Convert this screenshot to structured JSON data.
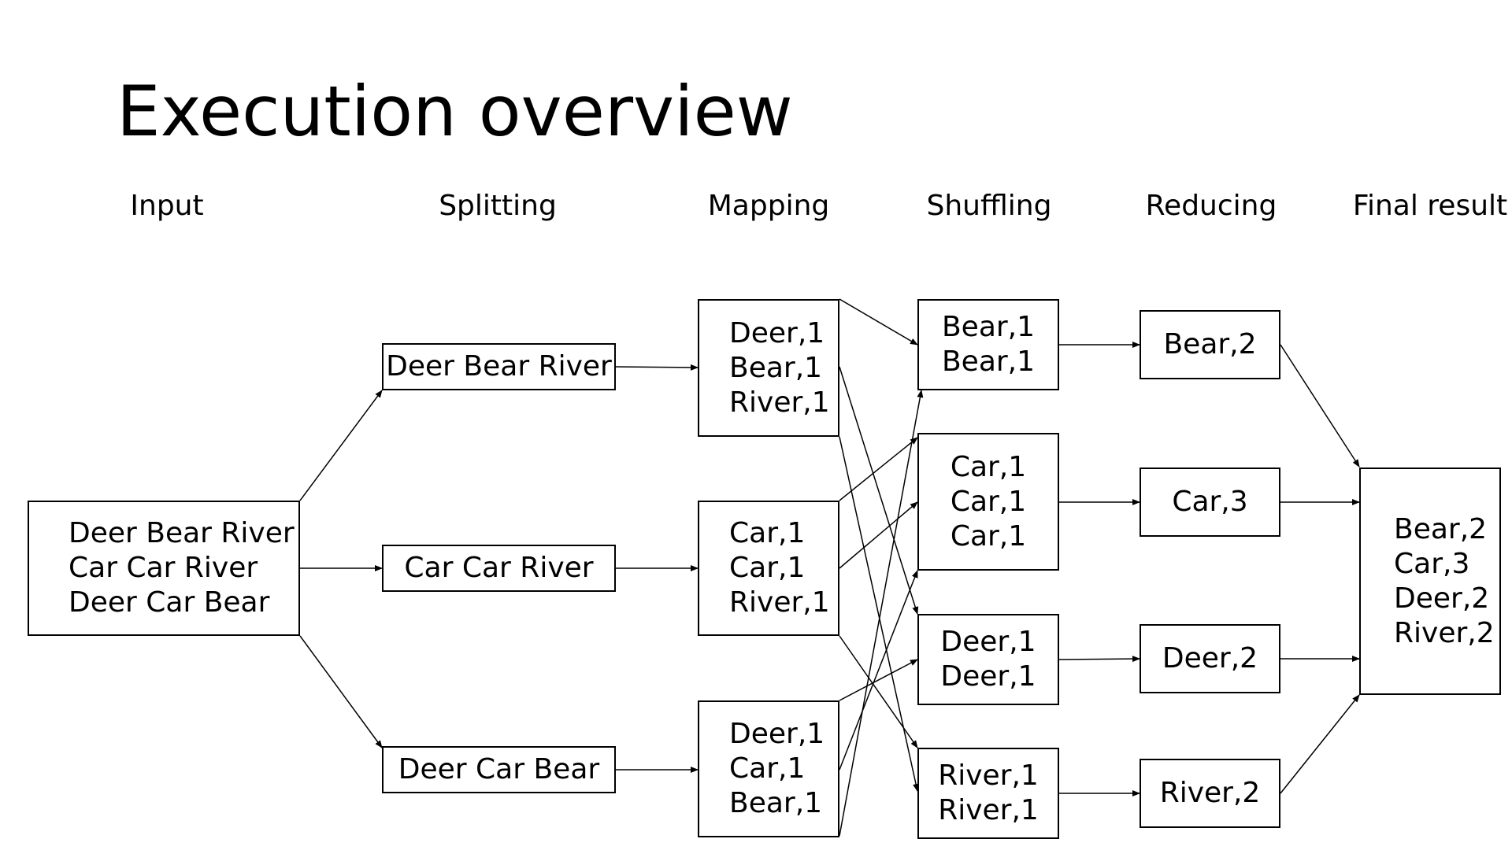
{
  "title": "Execution overview",
  "columns": {
    "input": "Input",
    "splitting": "Splitting",
    "mapping": "Mapping",
    "shuffling": "Shuffling",
    "reducing": "Reducing",
    "final": "Final result"
  },
  "input_box": {
    "lines": [
      "Deer Bear River",
      "Car Car River",
      "Deer Car Bear"
    ]
  },
  "split": [
    {
      "text": "Deer Bear River"
    },
    {
      "text": "Car Car River"
    },
    {
      "text": "Deer Car Bear"
    }
  ],
  "map": [
    {
      "lines": [
        "Deer,1",
        "Bear,1",
        "River,1"
      ]
    },
    {
      "lines": [
        "Car,1",
        "Car,1",
        "River,1"
      ]
    },
    {
      "lines": [
        "Deer,1",
        "Car,1",
        "Bear,1"
      ]
    }
  ],
  "shuffle": [
    {
      "lines": [
        "Bear,1",
        "Bear,1"
      ]
    },
    {
      "lines": [
        "Car,1",
        "Car,1",
        "Car,1"
      ]
    },
    {
      "lines": [
        "Deer,1",
        "Deer,1"
      ]
    },
    {
      "lines": [
        "River,1",
        "River,1"
      ]
    }
  ],
  "reduce": [
    {
      "text": "Bear,2"
    },
    {
      "text": "Car,3"
    },
    {
      "text": "Deer,2"
    },
    {
      "text": "River,2"
    }
  ],
  "final_box": {
    "lines": [
      "Bear,2",
      "Car,3",
      "Deer,2",
      "River,2"
    ]
  },
  "colors": {
    "stroke": "#000000",
    "background": "#ffffff"
  }
}
